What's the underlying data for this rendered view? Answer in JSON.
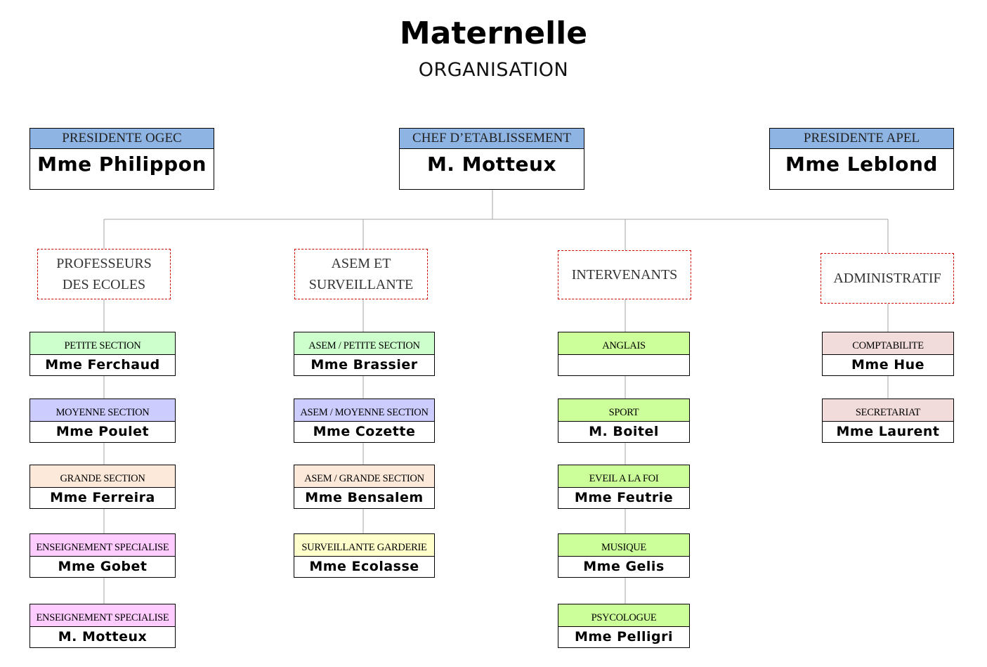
{
  "title": "Maternelle",
  "subtitle": "ORGANISATION",
  "colors": {
    "top_header": "#8eb4e3",
    "green": "#ccffcc",
    "lavender": "#ccccff",
    "peach": "#fde9d9",
    "pink": "#ffccff",
    "yellow": "#ffffcc",
    "lime": "#ccff99",
    "rose": "#f2dcdb",
    "group_border": "#cc0000"
  },
  "top": [
    {
      "role": "PRESIDENTE OGEC",
      "name": "Mme Philippon"
    },
    {
      "role": "CHEF D’ETABLISSEMENT",
      "name": "M. Motteux"
    },
    {
      "role": "PRESIDENTE APEL",
      "name": "Mme Leblond"
    }
  ],
  "groups": [
    {
      "label": "PROFESSEURS\nDES ECOLES",
      "items": [
        {
          "role": "PETITE SECTION",
          "name": "Mme Ferchaud",
          "color": "green"
        },
        {
          "role": "MOYENNE SECTION",
          "name": "Mme Poulet",
          "color": "lavender"
        },
        {
          "role": "GRANDE SECTION",
          "name": "Mme Ferreira",
          "color": "peach"
        },
        {
          "role": "ENSEIGNEMENT SPECIALISE",
          "name": "Mme Gobet",
          "color": "pink"
        },
        {
          "role": "ENSEIGNEMENT SPECIALISE",
          "name": "M. Motteux",
          "color": "pink"
        }
      ]
    },
    {
      "label": "ASEM ET\nSURVEILLANTE",
      "items": [
        {
          "role": "ASEM / PETITE SECTION",
          "name": "Mme Brassier",
          "color": "green"
        },
        {
          "role": "ASEM / MOYENNE SECTION",
          "name": "Mme Cozette",
          "color": "lavender"
        },
        {
          "role": "ASEM / GRANDE SECTION",
          "name": "Mme Bensalem",
          "color": "peach"
        },
        {
          "role": "SURVEILLANTE GARDERIE",
          "name": "Mme Ecolasse",
          "color": "yellow"
        }
      ]
    },
    {
      "label": "INTERVENANTS",
      "items": [
        {
          "role": "ANGLAIS",
          "name": "",
          "color": "lime"
        },
        {
          "role": "SPORT",
          "name": "M. Boitel",
          "color": "lime"
        },
        {
          "role": "EVEIL A LA FOI",
          "name": "Mme Feutrie",
          "color": "lime"
        },
        {
          "role": "MUSIQUE",
          "name": "Mme Gelis",
          "color": "lime"
        },
        {
          "role": "PSYCOLOGUE",
          "name": "Mme Pelligri",
          "color": "lime"
        }
      ]
    },
    {
      "label": "ADMINISTRATIF",
      "items": [
        {
          "role": "COMPTABILITE",
          "name": "Mme Hue",
          "color": "rose"
        },
        {
          "role": "SECRETARIAT",
          "name": "Mme Laurent",
          "color": "rose"
        }
      ]
    }
  ]
}
